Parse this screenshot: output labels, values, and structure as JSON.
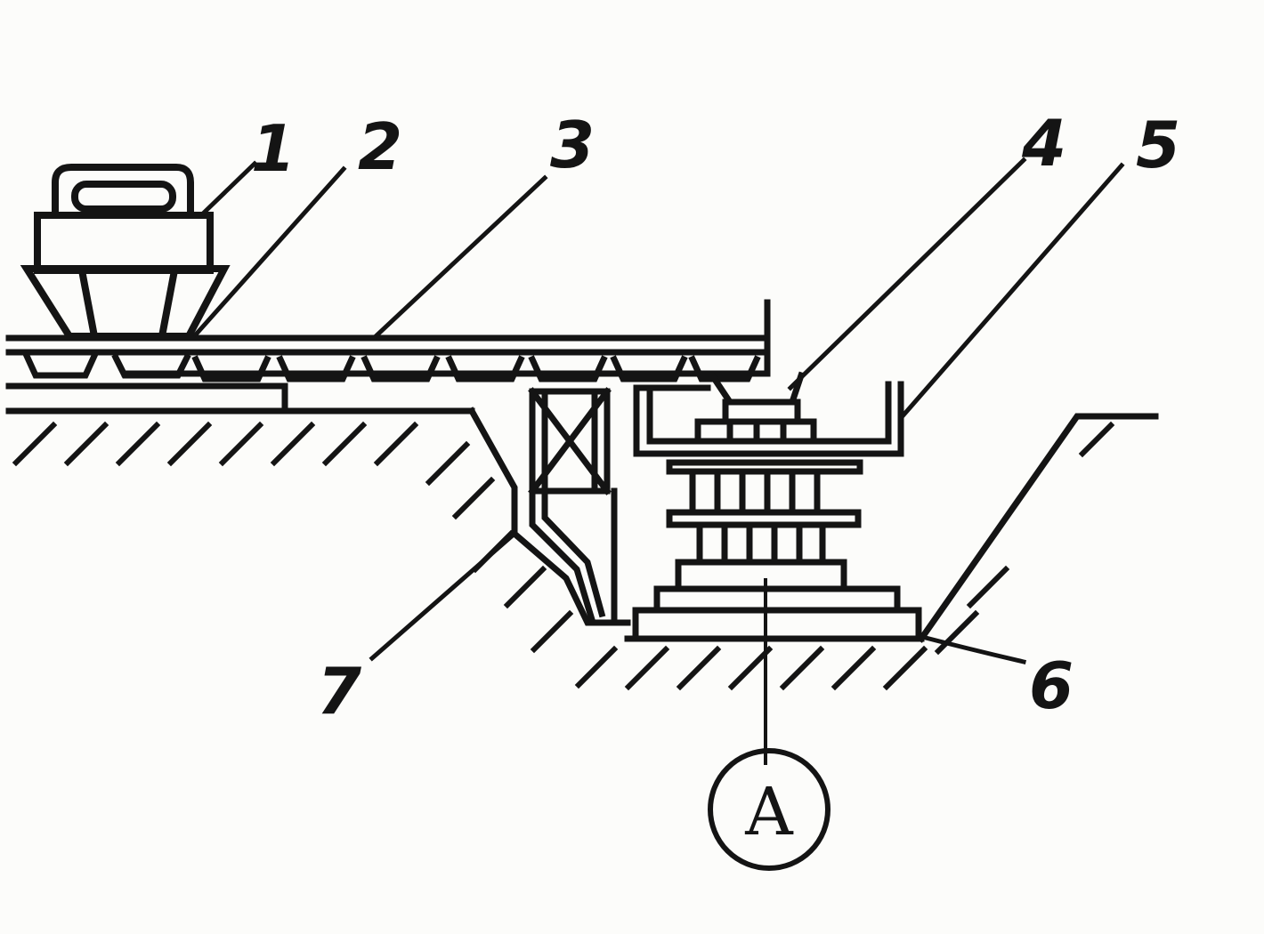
{
  "figure": {
    "callouts": [
      {
        "id": "1",
        "text": "1"
      },
      {
        "id": "2",
        "text": "2"
      },
      {
        "id": "3",
        "text": "3"
      },
      {
        "id": "4",
        "text": "4"
      },
      {
        "id": "5",
        "text": "5"
      },
      {
        "id": "6",
        "text": "6"
      },
      {
        "id": "7",
        "text": "7"
      }
    ],
    "section_marker": "A"
  },
  "colors": {
    "ink": "#141414",
    "paper": "#fcfcfa"
  }
}
